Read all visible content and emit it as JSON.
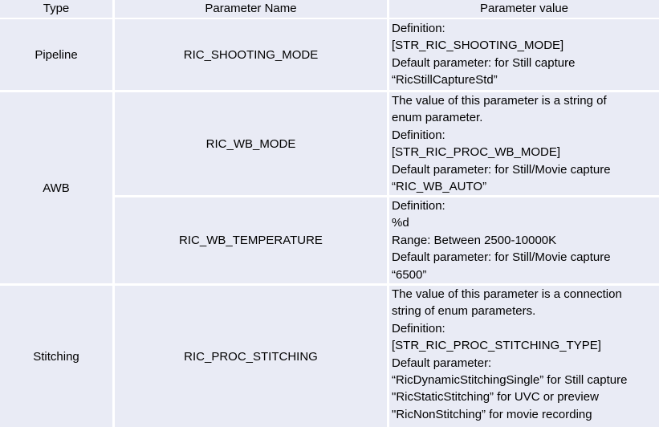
{
  "headers": [
    "Type",
    "Parameter Name",
    "Parameter value"
  ],
  "rows": [
    {
      "type": "Pipeline",
      "name": "RIC_SHOOTING_MODE",
      "lines": [
        "Definition:",
        "[STR_RIC_SHOOTING_MODE]",
        "Default parameter: for Still capture",
        "“RicStillCaptureStd”"
      ]
    },
    {
      "type": "AWB",
      "name": "RIC_WB_MODE",
      "lines": [
        "The value of this parameter is a string of",
        "enum parameter.",
        "Definition:",
        "[STR_RIC_PROC_WB_MODE]",
        "Default parameter: for Still/Movie capture",
        "“RIC_WB_AUTO”"
      ]
    },
    {
      "type": "",
      "name": "RIC_WB_TEMPERATURE",
      "lines": [
        "Definition:",
        "%d",
        "Range: Between 2500-10000K",
        "Default parameter: for Still/Movie capture",
        "“6500”"
      ]
    },
    {
      "type": "Stitching",
      "name": "RIC_PROC_STITCHING",
      "lines": [
        "The value of this parameter is a connection",
        "string of enum parameters.",
        "Definition:",
        "[STR_RIC_PROC_STITCHING_TYPE]",
        "Default parameter:",
        "“RicDynamicStitchingSingle” for Still capture",
        "\"RicStaticStitching” for UVC or preview",
        "\"RicNonStitching” for movie recording"
      ]
    }
  ]
}
